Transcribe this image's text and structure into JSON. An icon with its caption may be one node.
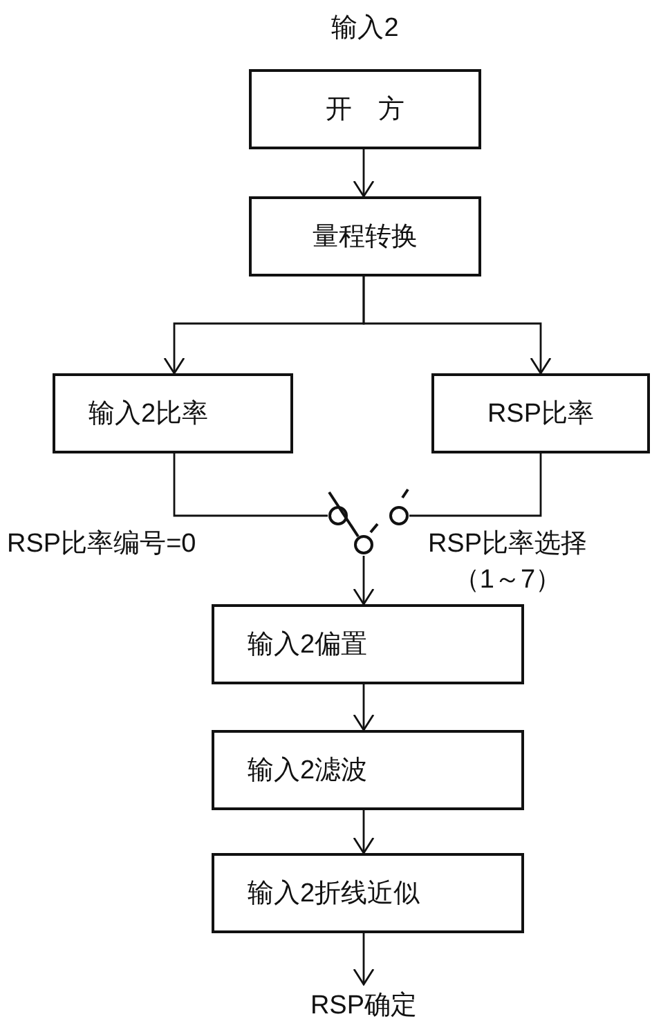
{
  "diagram": {
    "nodes": [
      {
        "text": [
          "开　方"
        ]
      },
      {
        "text": [
          "量程转换"
        ]
      },
      {
        "text": [
          "输入2比率"
        ]
      },
      {
        "text": [
          "RSP比率"
        ]
      },
      {
        "text": [],
        "shape": "switch"
      },
      {
        "text": [
          "输入2偏置"
        ]
      },
      {
        "text": [
          "输入2滤波"
        ]
      },
      {
        "text": [
          "输入2折线近似"
        ]
      },
      {
        "text": [
          "RSP确定"
        ]
      }
    ],
    "edges": [
      {
        "from": 0,
        "to": 1,
        "arrow": "to"
      },
      {
        "from": 1,
        "to": 2,
        "arrow": "to"
      },
      {
        "from": 1,
        "to": 3,
        "arrow": "to"
      },
      {
        "from": 2,
        "to": 4,
        "arrow": "none"
      },
      {
        "from": 3,
        "to": 4,
        "arrow": "none"
      },
      {
        "from": 4,
        "to": 5,
        "arrow": "to"
      },
      {
        "from": 5,
        "to": 6,
        "arrow": "to"
      },
      {
        "from": 6,
        "to": 7,
        "arrow": "to"
      },
      {
        "from": 7,
        "to": 8,
        "arrow": "to"
      }
    ],
    "labels": [
      "输入2",
      "RSP比率编号=0",
      "RSP比率选择（1～7）"
    ]
  }
}
